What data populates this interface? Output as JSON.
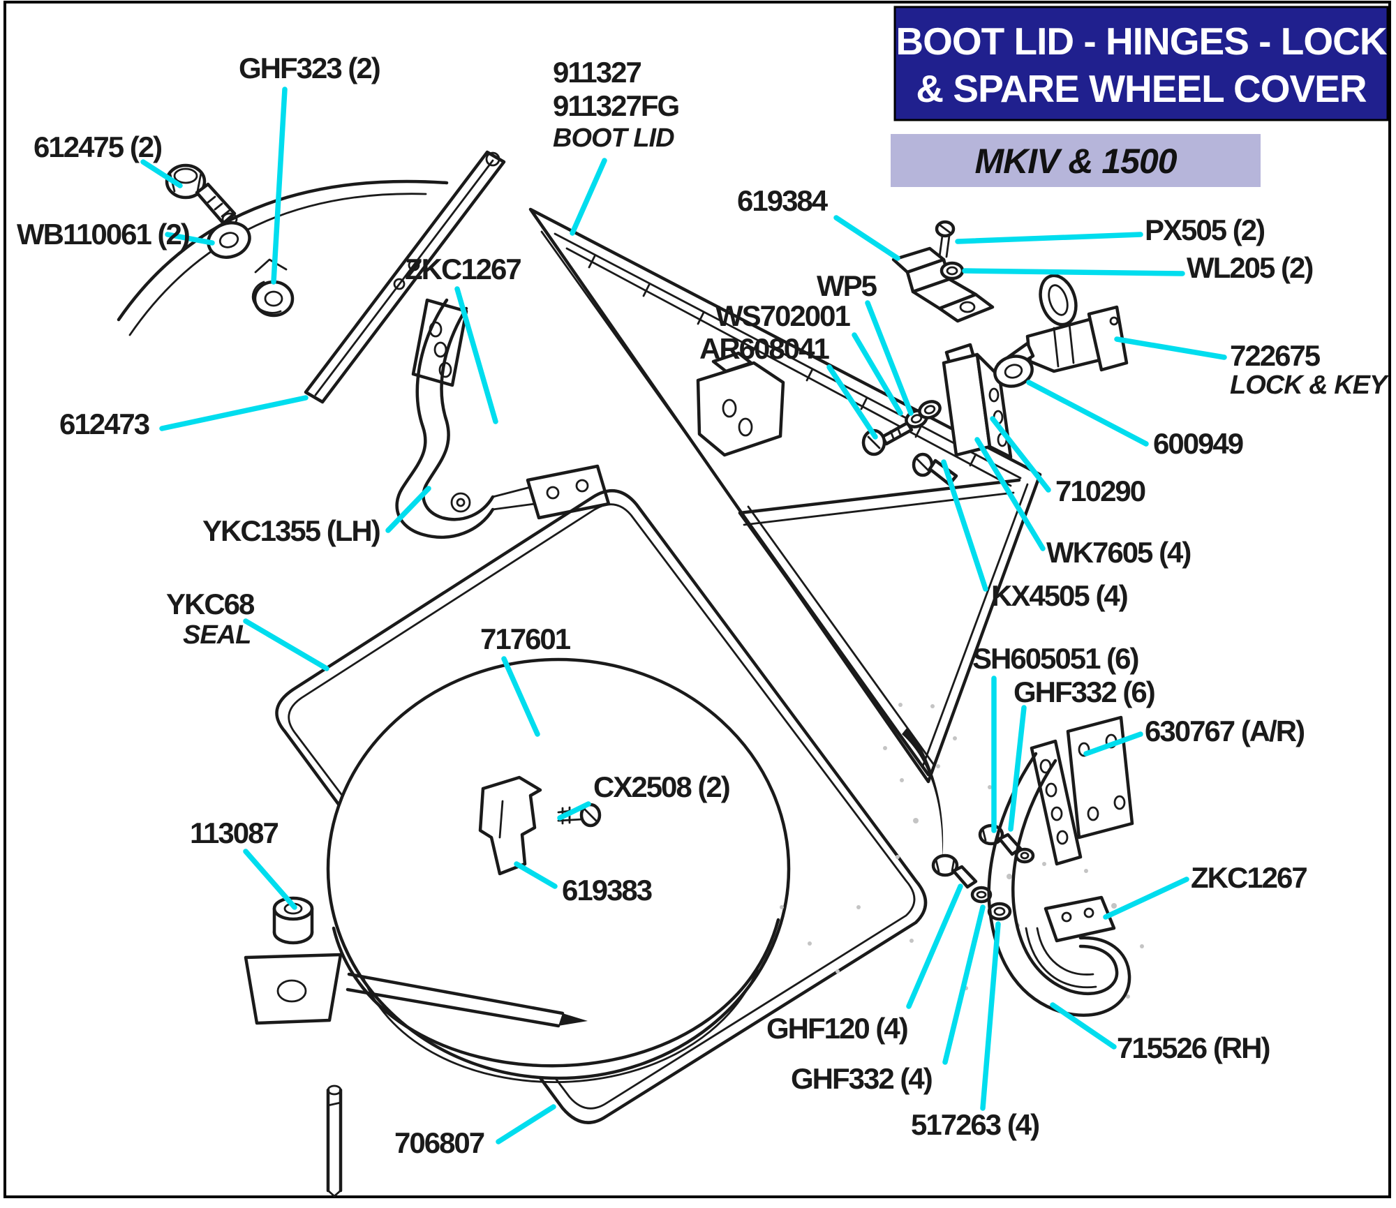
{
  "colors": {
    "leader": "#00ddee",
    "ink": "#1a1a1a",
    "title_bg": "#20208e",
    "title_text": "#ffffff",
    "subtitle_bg": "#b6b5da",
    "subtitle_text": "#111111",
    "background": "#ffffff",
    "border": "#000000"
  },
  "header": {
    "title_line1": "BOOT LID - HINGES - LOCK",
    "title_line2": "& SPARE WHEEL COVER",
    "subtitle": "MKIV & 1500"
  },
  "labels": {
    "ghf323": {
      "text": "GHF323 (2)"
    },
    "p911327": {
      "text": "911327"
    },
    "p911327fg": {
      "text": "911327FG"
    },
    "boot_lid_caption": {
      "text": "BOOT LID"
    },
    "p612475": {
      "text": "612475 (2)"
    },
    "wb110061": {
      "text": "WB110061 (2)"
    },
    "p619384": {
      "text": "619384"
    },
    "px505": {
      "text": "PX505 (2)"
    },
    "wl205": {
      "text": "WL205 (2)"
    },
    "wp5": {
      "text": "WP5"
    },
    "ws702001": {
      "text": "WS702001"
    },
    "ar608041": {
      "text": "AR608041"
    },
    "zkc1267_upper": {
      "text": "ZKC1267"
    },
    "p722675": {
      "text": "722675"
    },
    "lock_key_caption": {
      "text": "LOCK & KEY"
    },
    "p612473": {
      "text": "612473"
    },
    "p600949": {
      "text": "600949"
    },
    "p710290": {
      "text": "710290"
    },
    "ykc1355": {
      "text": "YKC1355 (LH)"
    },
    "wk7605": {
      "text": "WK7605 (4)"
    },
    "kx4505": {
      "text": "KX4505 (4)"
    },
    "ykc68": {
      "text": "YKC68"
    },
    "seal_caption": {
      "text": "SEAL"
    },
    "p717601": {
      "text": "717601"
    },
    "sh605051": {
      "text": "SH605051 (6)"
    },
    "ghf332_six": {
      "text": "GHF332 (6)"
    },
    "p630767": {
      "text": "630767 (A/R)"
    },
    "cx2508": {
      "text": "CX2508 (2)"
    },
    "p113087": {
      "text": "113087"
    },
    "p619383": {
      "text": "619383"
    },
    "zkc1267_lower": {
      "text": "ZKC1267"
    },
    "ghf120": {
      "text": "GHF120 (4)"
    },
    "p715526": {
      "text": "715526 (RH)"
    },
    "ghf332_four": {
      "text": "GHF332 (4)"
    },
    "p517263": {
      "text": "517263 (4)"
    },
    "p706807": {
      "text": "706807"
    }
  }
}
